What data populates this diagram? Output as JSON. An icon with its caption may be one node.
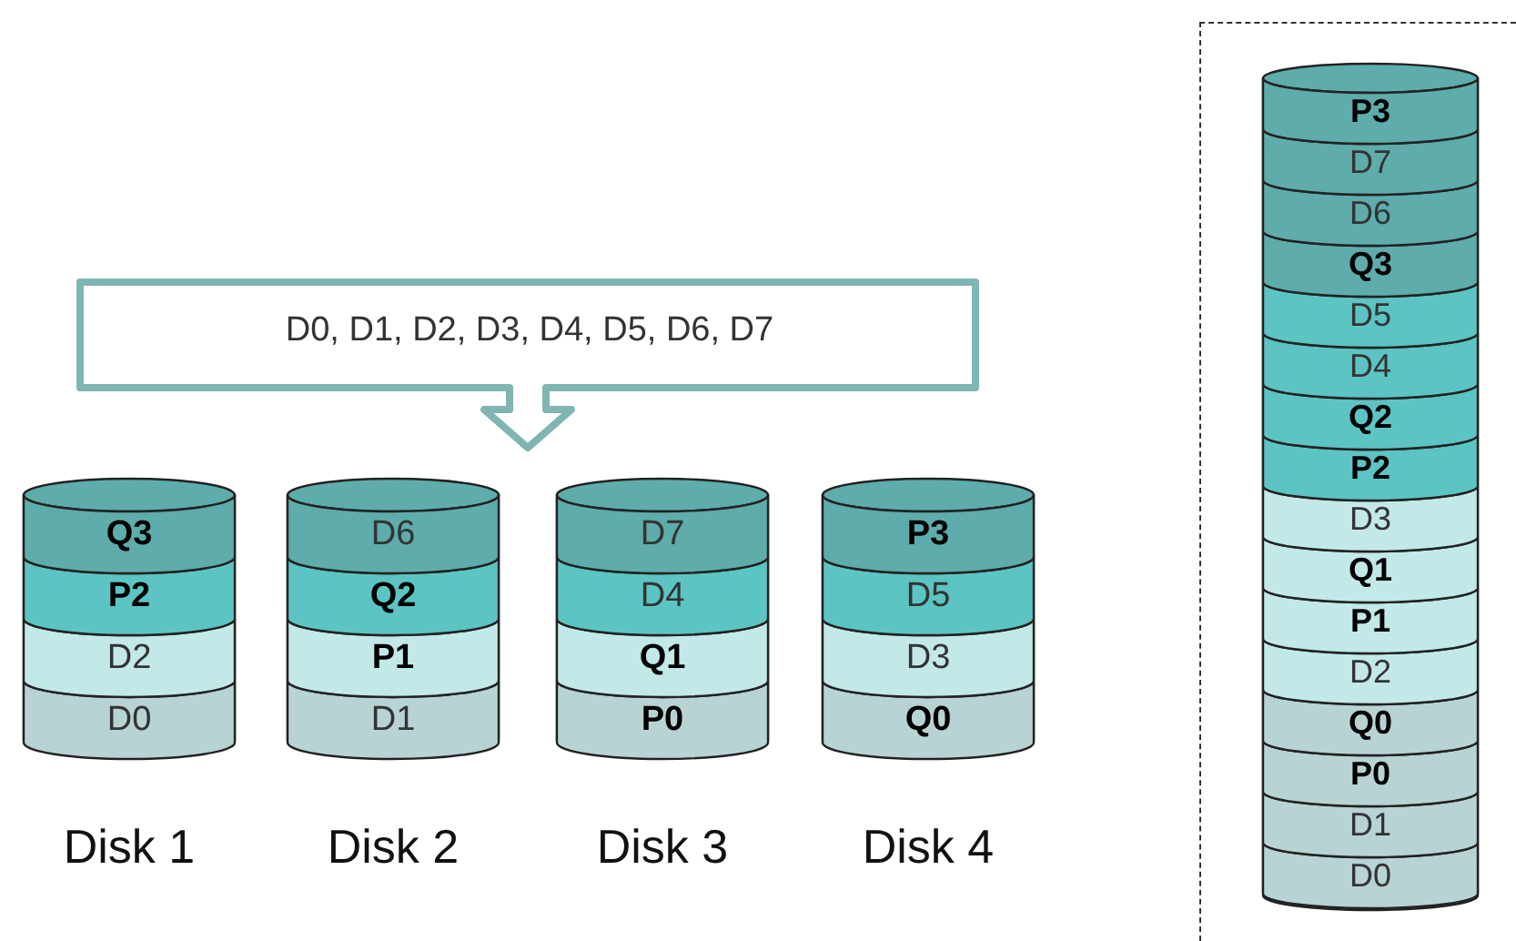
{
  "diagram": {
    "nodes": [
      {
        "text": [
          "D0, D1, D2, D3, D4, D5, D6, D7"
        ]
      },
      {
        "text": [],
        "shape": "cylinder",
        "beside": [
          "Disk 1"
        ]
      },
      {
        "text": [
          "Q3"
        ],
        "in": 1
      },
      {
        "text": [
          "P2"
        ],
        "in": 1
      },
      {
        "text": [
          "D2"
        ],
        "in": 1
      },
      {
        "text": [
          "D0"
        ],
        "in": 1
      },
      {
        "text": [],
        "shape": "cylinder",
        "beside": [
          "Disk 2"
        ]
      },
      {
        "text": [
          "D6"
        ],
        "in": 6
      },
      {
        "text": [
          "Q2"
        ],
        "in": 6
      },
      {
        "text": [
          "P1"
        ],
        "in": 6
      },
      {
        "text": [
          "D1"
        ],
        "in": 6
      },
      {
        "text": [],
        "shape": "cylinder",
        "beside": [
          "Disk 3"
        ]
      },
      {
        "text": [
          "D7"
        ],
        "in": 11
      },
      {
        "text": [
          "D4"
        ],
        "in": 11
      },
      {
        "text": [
          "Q1"
        ],
        "in": 11
      },
      {
        "text": [
          "P0"
        ],
        "in": 11
      },
      {
        "text": [],
        "shape": "cylinder",
        "beside": [
          "Disk 4"
        ]
      },
      {
        "text": [
          "P3"
        ],
        "in": 16
      },
      {
        "text": [
          "D5"
        ],
        "in": 16
      },
      {
        "text": [
          "D3"
        ],
        "in": 16
      },
      {
        "text": [
          "Q0"
        ],
        "in": 16
      },
      {
        "text": [],
        "shape": "box"
      },
      {
        "text": [],
        "shape": "cylinder",
        "in": 21
      },
      {
        "text": [
          "P3"
        ],
        "in": 22
      },
      {
        "text": [
          "D7"
        ],
        "in": 22
      },
      {
        "text": [
          "D6"
        ],
        "in": 22
      },
      {
        "text": [
          "Q3"
        ],
        "in": 22
      },
      {
        "text": [
          "D5"
        ],
        "in": 22
      },
      {
        "text": [
          "D4"
        ],
        "in": 22
      },
      {
        "text": [
          "Q2"
        ],
        "in": 22
      },
      {
        "text": [
          "P2"
        ],
        "in": 22
      },
      {
        "text": [
          "D3"
        ],
        "in": 22
      },
      {
        "text": [
          "Q1"
        ],
        "in": 22
      },
      {
        "text": [
          "P1"
        ],
        "in": 22
      },
      {
        "text": [
          "D2"
        ],
        "in": 22
      },
      {
        "text": [
          "Q0"
        ],
        "in": 22
      },
      {
        "text": [
          "P0"
        ],
        "in": 22
      },
      {
        "text": [
          "D1"
        ],
        "in": 22
      },
      {
        "text": [
          "D0"
        ],
        "in": 22
      }
    ],
    "edges": []
  }
}
